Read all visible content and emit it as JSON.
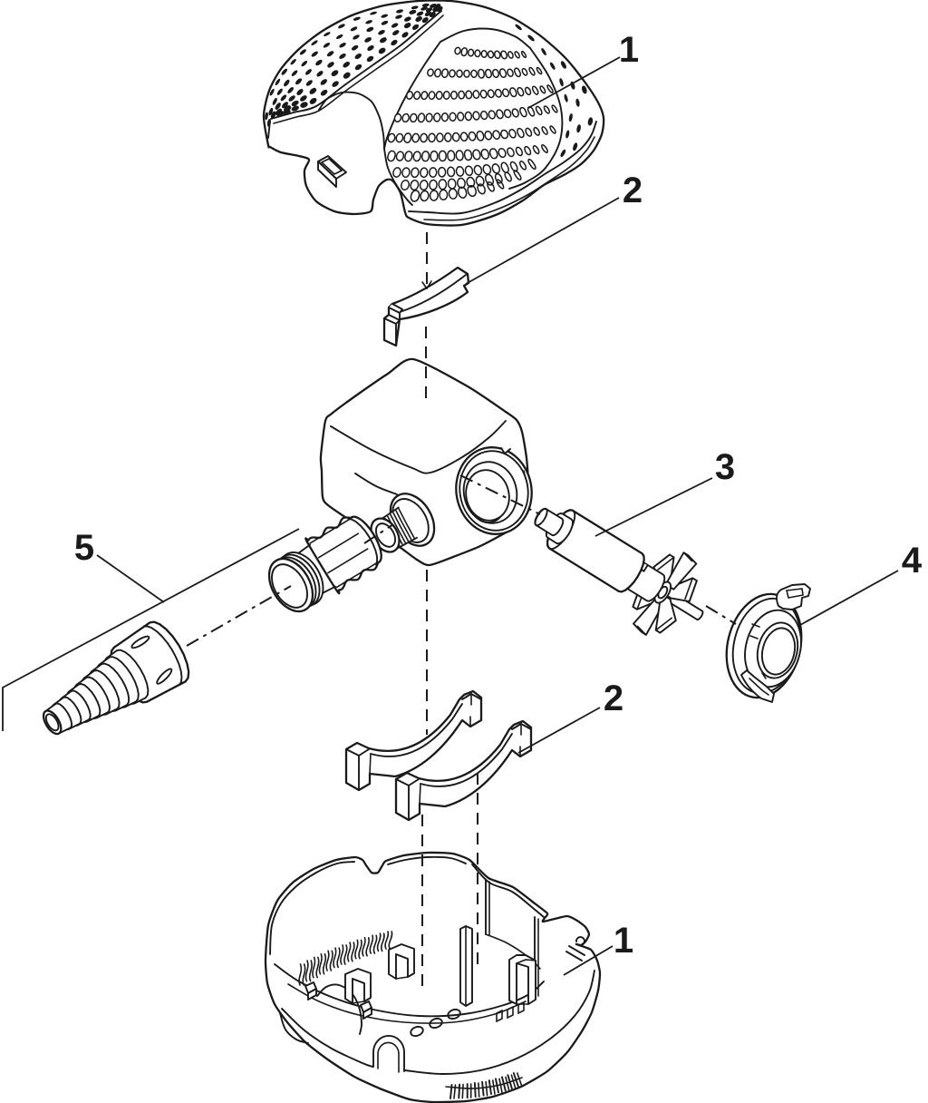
{
  "document": {
    "kind": "exploded-parts-diagram",
    "background": "#ffffff",
    "line_color": "#1a1a1a"
  },
  "callouts": [
    {
      "label": "1"
    },
    {
      "label": "2"
    },
    {
      "label": "3"
    },
    {
      "label": "4"
    },
    {
      "label": "5"
    },
    {
      "label": "2"
    },
    {
      "label": "1"
    }
  ]
}
